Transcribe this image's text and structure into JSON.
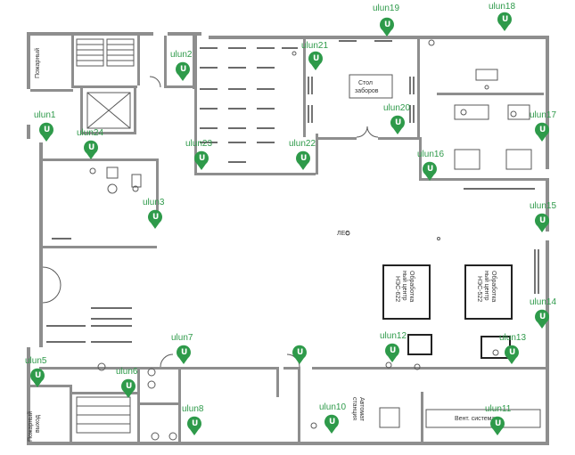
{
  "colors": {
    "wall": "#8e8e8e",
    "wall_light": "#b8b8b8",
    "pin": "#2e9a4a",
    "pin_text": "#2e9a4a",
    "furniture": "#5a5a5a"
  },
  "pin_glyph": "U",
  "marker_icon": "map-pin-icon",
  "pins": [
    {
      "id": "ulun1",
      "label": "ulun1"
    },
    {
      "id": "ulun2",
      "label": "ulun2"
    },
    {
      "id": "ulun3",
      "label": "ulun3"
    },
    {
      "id": "ulun5",
      "label": "ulun5"
    },
    {
      "id": "ulun6",
      "label": "ulun6"
    },
    {
      "id": "ulun7",
      "label": "ulun7"
    },
    {
      "id": "ulun8",
      "label": "ulun8"
    },
    {
      "id": "ulun10",
      "label": "ulun10"
    },
    {
      "id": "ulun11",
      "label": "ulun11"
    },
    {
      "id": "ulun12",
      "label": "ulun12"
    },
    {
      "id": "ulun13",
      "label": "ulun13"
    },
    {
      "id": "ulun14",
      "label": "ulun14"
    },
    {
      "id": "ulun15",
      "label": "ulun15"
    },
    {
      "id": "ulun16",
      "label": "ulun16"
    },
    {
      "id": "ulun17",
      "label": "ulun17"
    },
    {
      "id": "ulun18",
      "label": "ulun18"
    },
    {
      "id": "ulun19",
      "label": "ulun19"
    },
    {
      "id": "ulun20",
      "label": "ulun20"
    },
    {
      "id": "ulun21",
      "label": "ulun21"
    },
    {
      "id": "ulun22",
      "label": "ulun22"
    },
    {
      "id": "ulun23",
      "label": "ulun23"
    },
    {
      "id": "ulun24",
      "label": "ulun24"
    }
  ],
  "rooms": {
    "reception_desk_1": "Стол",
    "reception_desk_2": "заборов",
    "info_center_left_1": "Обработка",
    "info_center_left_2": "ный центр",
    "info_center_left_3": "НЭС-622",
    "info_center_right_1": "Обработка",
    "info_center_right_2": "ный центр",
    "info_center_right_3": "НЭС-522",
    "autonomous_station_1": "Автомат",
    "autonomous_station_2": "станция",
    "ventilation": "Вент. система",
    "stair_top_left": "Пожарный",
    "stair_bottom_left_1": "Пожарный",
    "stair_bottom_left_2": "выход",
    "label_les": "ЛЕС"
  }
}
